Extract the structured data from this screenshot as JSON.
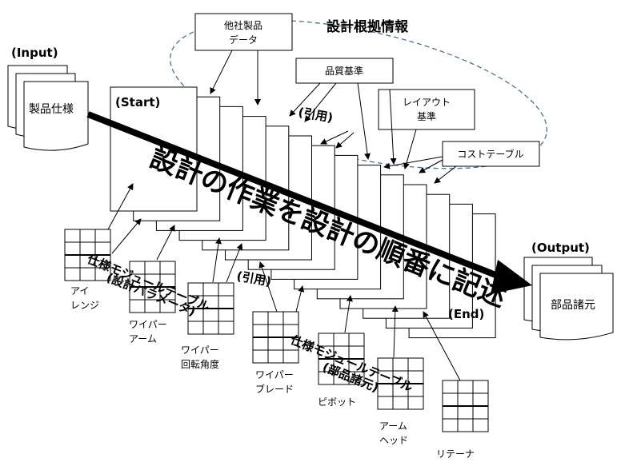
{
  "labels": {
    "input": "(Input)",
    "output": "(Output)",
    "start": "(Start)",
    "end": "(End)",
    "product_spec": "製品仕様",
    "part_specs": "部品諸元",
    "basis_title": "設計根拠情報",
    "quote_top": "(引用)",
    "quote_bottom": "(引用)",
    "main_caption": "設計の作業を設計の順番に記述",
    "module_table_1_line1": "仕様モジュールテーブル",
    "module_table_1_line2": "(設計パラメータ)",
    "module_table_2_line1": "仕様モジュールテーブル",
    "module_table_2_line2": "(部品諸元)"
  },
  "sources": [
    {
      "line1": "他社製品",
      "line2": "データ"
    },
    {
      "line1": "品質基準",
      "line2": ""
    },
    {
      "line1": "レイアウト",
      "line2": "基準"
    },
    {
      "line1": "コストテーブル",
      "line2": ""
    }
  ],
  "tables": [
    {
      "line1": "アイ",
      "line2": "レンジ"
    },
    {
      "line1": "ワイパー",
      "line2": "アーム"
    },
    {
      "line1": "ワイパー",
      "line2": "回転角度"
    },
    {
      "line1": "ワイパー",
      "line2": "ブレード"
    },
    {
      "line1": "ピボット",
      "line2": ""
    },
    {
      "line1": "アーム",
      "line2": "ヘッド"
    },
    {
      "line1": "リテーナ",
      "line2": ""
    }
  ]
}
